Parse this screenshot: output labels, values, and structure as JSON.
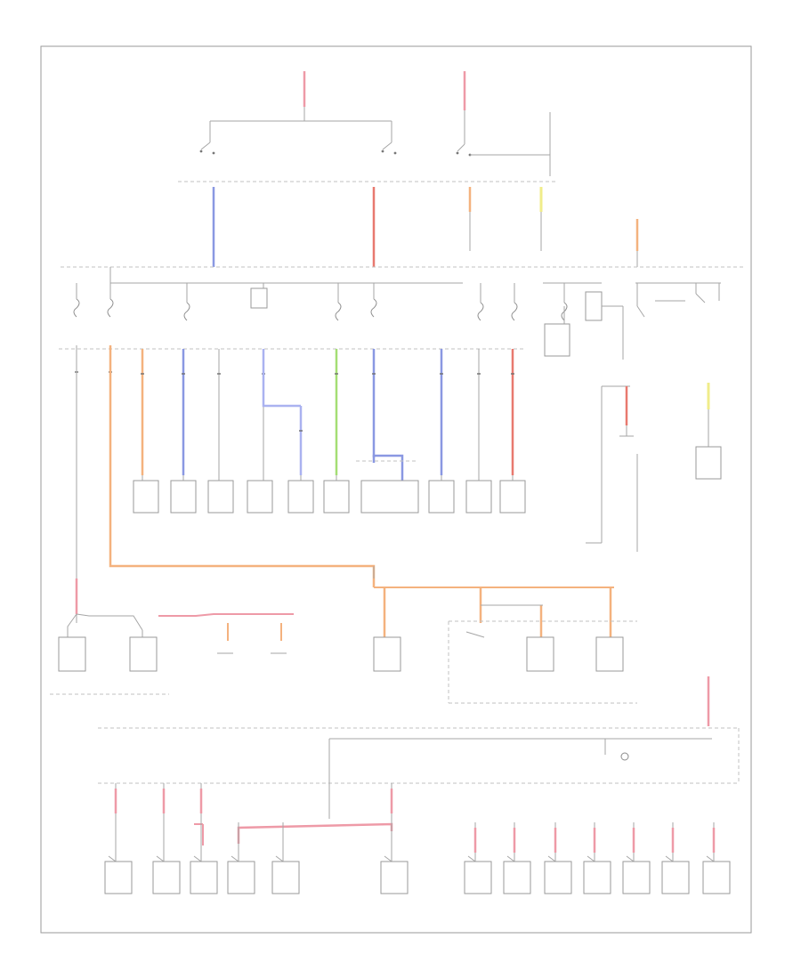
{
  "page": {
    "code": "",
    "frame_labels": [
      "",
      "",
      "",
      ""
    ]
  },
  "palette": {
    "pink": "#ee9aa7",
    "red": "#e8796f",
    "blue": "#8a98e2",
    "orange": "#f4b27e",
    "green": "#a4de74",
    "yellow": "#f0ec8a",
    "lightblue": "#aab2f0",
    "wire": "#a6a6a6",
    "dashed_bus": "#c2c2c2"
  },
  "top_sources": [
    {
      "id": "src1",
      "label_lines": [
        "",
        ""
      ],
      "wire_label": ""
    },
    {
      "id": "src2",
      "label_lines": [
        "",
        ""
      ],
      "wire_label": ""
    },
    {
      "id": "src3",
      "label_lines": [
        "",
        ""
      ],
      "wire_label": ""
    }
  ],
  "relays": [
    {
      "id": "relay-left",
      "labels": [
        "",
        "",
        ""
      ]
    },
    {
      "id": "relay-mid",
      "labels": [
        "",
        "",
        ""
      ]
    },
    {
      "id": "relay-right",
      "labels": [
        "",
        "",
        ""
      ]
    }
  ],
  "fuses_row1": [
    {
      "id": "f1",
      "label_lines": [
        "",
        ""
      ]
    },
    {
      "id": "f2",
      "label_lines": [
        "",
        ""
      ]
    },
    {
      "id": "f3",
      "label_lines": [
        "",
        ""
      ]
    },
    {
      "id": "f4",
      "label_lines": [
        "",
        ""
      ]
    },
    {
      "id": "f5",
      "label_lines": [
        "",
        ""
      ]
    },
    {
      "id": "f6",
      "label_lines": [
        "",
        ""
      ]
    },
    {
      "id": "f7",
      "label_lines": [
        "",
        ""
      ]
    },
    {
      "id": "f8",
      "label_lines": [
        "",
        ""
      ]
    },
    {
      "id": "f9",
      "label_lines": [
        "",
        ""
      ]
    }
  ],
  "components_row1": [
    {
      "id": "c1",
      "label_lines": [
        "",
        "",
        ""
      ]
    },
    {
      "id": "c2",
      "label_lines": [
        "",
        "",
        ""
      ]
    },
    {
      "id": "c3",
      "label_lines": [
        "",
        "",
        ""
      ]
    },
    {
      "id": "c4",
      "label_lines": [
        "",
        "",
        ""
      ]
    },
    {
      "id": "c5",
      "label_lines": [
        "",
        "",
        ""
      ]
    },
    {
      "id": "c6",
      "label_lines": [
        "",
        "",
        ""
      ]
    },
    {
      "id": "c7",
      "label_lines": [
        "",
        "",
        ""
      ]
    },
    {
      "id": "c8",
      "label_lines": [
        "",
        "",
        ""
      ]
    },
    {
      "id": "c9",
      "label_lines": [
        ""
      ]
    },
    {
      "id": "c10",
      "label_lines": [
        "",
        "",
        ""
      ]
    }
  ],
  "right_modules": [
    {
      "id": "rm1",
      "label_lines": [
        "",
        ""
      ]
    },
    {
      "id": "rm2",
      "label_lines": [
        "",
        "",
        ""
      ]
    },
    {
      "id": "rm3",
      "label_lines": [
        "",
        "",
        ""
      ]
    },
    {
      "id": "rm4",
      "label_lines": [
        "",
        ""
      ]
    }
  ],
  "middle_components": [
    {
      "id": "m1",
      "label_lines": [
        "",
        ""
      ]
    },
    {
      "id": "m2",
      "label_lines": [
        "",
        "",
        ""
      ]
    },
    {
      "id": "m3",
      "label_lines": [
        "",
        "",
        ""
      ]
    },
    {
      "id": "m4",
      "label_lines": [
        "",
        "",
        ""
      ]
    },
    {
      "id": "m5",
      "label_lines": [
        "",
        ""
      ]
    },
    {
      "id": "m6",
      "label_lines": [
        "",
        "",
        ""
      ]
    },
    {
      "id": "m7",
      "label_lines": [
        "",
        "",
        ""
      ]
    },
    {
      "id": "m8",
      "label_lines": [
        "",
        "",
        ""
      ]
    }
  ],
  "bottom_components": [
    {
      "id": "b1",
      "label_lines": [
        "",
        "",
        ""
      ]
    },
    {
      "id": "b2",
      "label_lines": [
        "",
        "",
        ""
      ]
    },
    {
      "id": "b3",
      "label_lines": [
        "",
        "",
        ""
      ]
    },
    {
      "id": "b4",
      "label_lines": [
        "",
        "",
        ""
      ]
    },
    {
      "id": "b5",
      "label_lines": [
        "",
        ""
      ]
    },
    {
      "id": "b6",
      "label_lines": [
        "",
        "",
        ""
      ]
    },
    {
      "id": "b7",
      "label_lines": [
        "",
        "",
        "",
        ""
      ]
    },
    {
      "id": "b8",
      "label_lines": [
        "",
        "",
        "",
        ""
      ]
    },
    {
      "id": "b9",
      "label_lines": [
        "",
        ""
      ]
    },
    {
      "id": "b10",
      "label_lines": [
        "",
        "",
        "",
        ""
      ]
    },
    {
      "id": "b11",
      "label_lines": [
        "",
        "",
        "",
        ""
      ]
    },
    {
      "id": "b12",
      "label_lines": [
        "",
        "",
        "",
        ""
      ]
    },
    {
      "id": "b13",
      "label_lines": [
        "",
        "",
        "",
        ""
      ]
    }
  ]
}
